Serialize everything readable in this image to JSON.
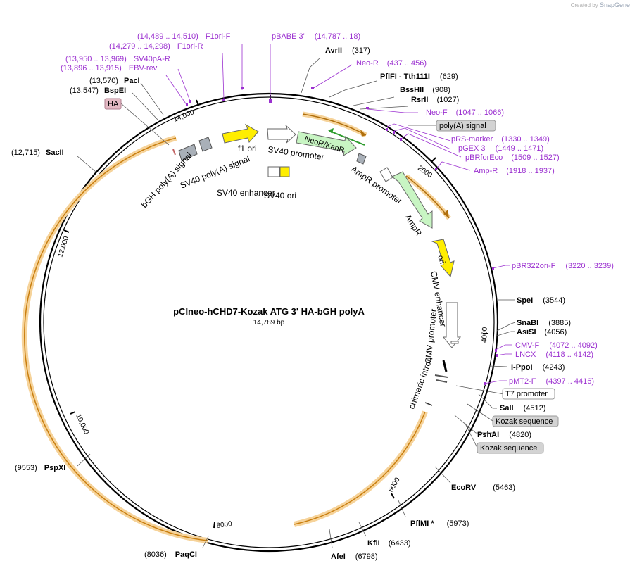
{
  "credit": {
    "prefix": "Created by",
    "brand": "SnapGene"
  },
  "plasmid": {
    "name": "pCIneo-hCHD7-Kozak ATG 3' HA-bGH polyA",
    "size": "14,789 bp"
  },
  "ticks": [
    "2000",
    "4000",
    "6000",
    "8000",
    "10,000",
    "12,000",
    "14,000"
  ],
  "enzymes": [
    {
      "name": "AvrII",
      "pos": "(317)"
    },
    {
      "name": "PflFI",
      "sep": " - ",
      "name2": "Tth111I",
      "pos": "(629)"
    },
    {
      "name": "BssHII",
      "pos": "(908)"
    },
    {
      "name": "RsrII",
      "pos": "(1027)"
    },
    {
      "name": "SpeI",
      "pos": "(3544)"
    },
    {
      "name": "SnaBI",
      "pos": "(3885)"
    },
    {
      "name": "AsiSI",
      "pos": "(4056)"
    },
    {
      "name": "I-PpoI",
      "pos": "(4243)"
    },
    {
      "name": "SalI",
      "pos": "(4512)"
    },
    {
      "name": "PshAI",
      "pos": "(4820)"
    },
    {
      "name": "EcoRV",
      "pos": "(5463)"
    },
    {
      "name": "PflMI *",
      "pos": "(5973)"
    },
    {
      "name": "KflI",
      "pos": "(6433)"
    },
    {
      "name": "AfeI",
      "pos": "(6798)"
    },
    {
      "name": "PaqCI",
      "pos": "(8036)"
    },
    {
      "name": "PspXI",
      "pos": "(9553)"
    },
    {
      "name": "SacII",
      "pos": "(12,715)"
    },
    {
      "name": "BspEI",
      "pos": "(13,547)"
    },
    {
      "name": "PacI",
      "pos": "(13,570)"
    }
  ],
  "primers": [
    {
      "name": "pBABE 3'",
      "range": "(14,787 .. 18)"
    },
    {
      "name": "F1ori-F",
      "range": "(14,489 .. 14,510)"
    },
    {
      "name": "F1ori-R",
      "range": "(14,279 .. 14,298)"
    },
    {
      "name": "SV40pA-R",
      "range": "(13,950 .. 13,969)"
    },
    {
      "name": "EBV-rev",
      "range": "(13,896 .. 13,915)"
    },
    {
      "name": "Neo-R",
      "range": "(437 .. 456)"
    },
    {
      "name": "Neo-F",
      "range": "(1047 .. 1066)"
    },
    {
      "name": "pRS-marker",
      "range": "(1330 .. 1349)"
    },
    {
      "name": "pGEX 3'",
      "range": "(1449 .. 1471)"
    },
    {
      "name": "pBRforEco",
      "range": "(1509 .. 1527)"
    },
    {
      "name": "Amp-R",
      "range": "(1918 .. 1937)"
    },
    {
      "name": "pBR322ori-F",
      "range": "(3220 .. 3239)"
    },
    {
      "name": "CMV-F",
      "range": "(4072 .. 4092)"
    },
    {
      "name": "LNCX",
      "range": "(4118 .. 4142)"
    },
    {
      "name": "pMT2-F",
      "range": "(4397 .. 4416)"
    }
  ],
  "boxed_features": [
    "HA",
    "poly(A) signal",
    "T7 promoter",
    "Kozak sequence",
    "Kozak sequence"
  ],
  "features": [
    "f1 ori",
    "SV40 promoter",
    "NeoR/KanR",
    "AmpR promoter",
    "AmpR",
    "ori",
    "CMV enhancer",
    "CMV promoter",
    "chimeric intron",
    "SV40 enhancer",
    "SV40 ori",
    "bGH poly(A) signal",
    "SV40 poly(A) signal"
  ],
  "colors": {
    "primer": "#9b30d0",
    "enzyme": "#000000",
    "orf_orange": "#f2a93b",
    "green_feature": "#c8f5c3",
    "yellow_feature": "#ffee00",
    "gray_feature": "#a9b0b8",
    "ha_box": "#e3b9c3"
  }
}
